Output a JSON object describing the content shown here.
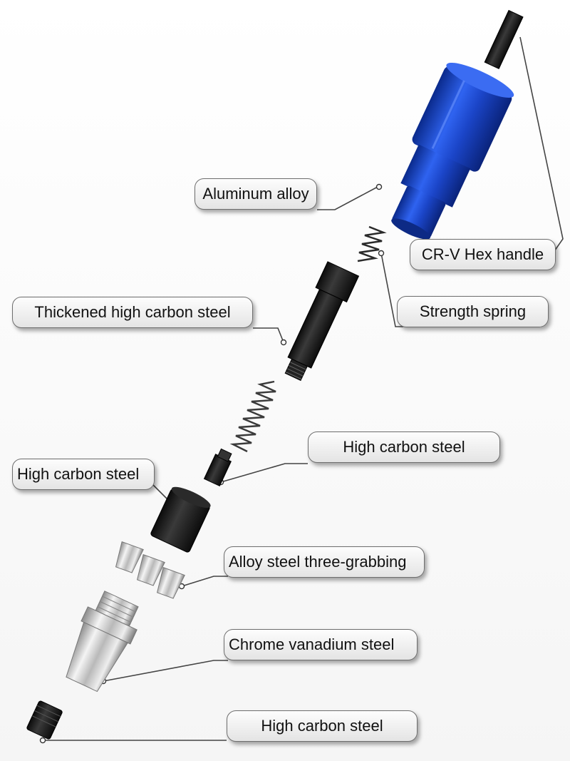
{
  "callouts": {
    "aluminum_alloy": "Aluminum alloy",
    "crv_hex_handle": "CR-V Hex handle",
    "thickened_high_carbon_steel": "Thickened high carbon steel",
    "strength_spring": "Strength spring",
    "high_carbon_steel_right": "High carbon steel",
    "high_carbon_steel_left": "High carbon steel",
    "alloy_steel_three_grabbing": "Alloy steel three-grabbing",
    "chrome_vanadium_steel": "Chrome vanadium steel",
    "high_carbon_steel_bottom": "High carbon steel"
  },
  "colors": {
    "handle_blue": "#1f4fd6",
    "steel_black": "#1b1b1b",
    "chrome": "#c9c9c9",
    "leader_line": "#444444"
  }
}
